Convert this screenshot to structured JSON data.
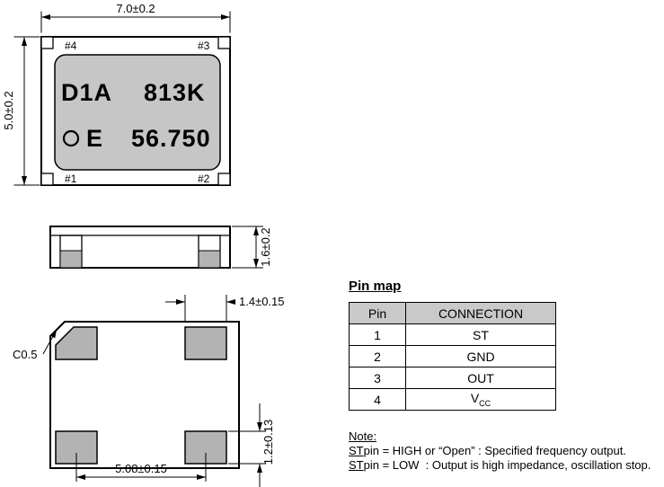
{
  "top_view": {
    "dim_width": "7.0±0.2",
    "dim_height": "5.0±0.2",
    "pad_labels": {
      "tl": "#4",
      "tr": "#3",
      "bl": "#1",
      "br": "#2"
    },
    "marking": {
      "l1a": "D1A",
      "l1b": "813K",
      "l2a": "E",
      "l2b": "56.750"
    }
  },
  "side_view": {
    "dim_height": "1.6±0.2"
  },
  "bottom_view": {
    "dim_pad_width": "1.4±0.15",
    "chamfer_label": "C0.5",
    "dim_pad_pitch": "5.08±0.15",
    "dim_pad_height": "1.2±0.13"
  },
  "pin_map": {
    "title": "Pin map",
    "col_pin": "Pin",
    "col_connection": "CONNECTION",
    "rows": [
      {
        "pin": "1",
        "conn": "ST"
      },
      {
        "pin": "2",
        "conn": "GND"
      },
      {
        "pin": "3",
        "conn": "OUT"
      },
      {
        "pin": "4",
        "conn": "V",
        "conn_sub": "CC"
      }
    ]
  },
  "note": {
    "title": "Note:",
    "lines": [
      {
        "st": "ST",
        "rest": "pin = HIGH or “Open” : Specified frequency output."
      },
      {
        "st": "ST",
        "rest": "pin = LOW  : Output is high impedance, oscillation stop."
      }
    ]
  },
  "colors": {
    "marking_bg": "#c6c6c6",
    "pad_fill": "#b3b3b3",
    "table_header_bg": "#c9c9c9",
    "line_color": "#000000"
  }
}
